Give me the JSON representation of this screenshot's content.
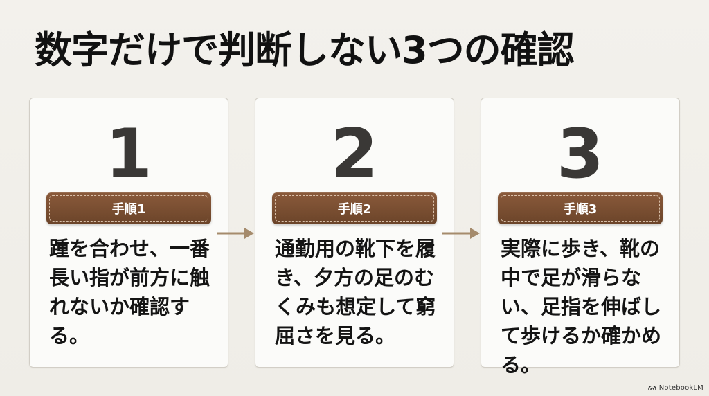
{
  "slide": {
    "title": "数字だけで判断しない3つの確認"
  },
  "steps": [
    {
      "number": "1",
      "tag": "手順1",
      "text": "踵を合わせ、一番長い指が前方に触れないか確認する。"
    },
    {
      "number": "2",
      "tag": "手順2",
      "text": "通勤用の靴下を履き、夕方の足のむくみも想定して窮屈さを見る。"
    },
    {
      "number": "3",
      "tag": "手順3",
      "text": "実際に歩き、靴の中で足が滑らない、足指を伸ばして歩けるか確かめる。"
    }
  ],
  "branding": {
    "label": "NotebookLM",
    "icon": "notebooklm-logo-icon"
  },
  "colors": {
    "tag_background": "#7a4e32",
    "arrow": "#a58b6c",
    "title": "#111111",
    "number": "#3a3836"
  }
}
